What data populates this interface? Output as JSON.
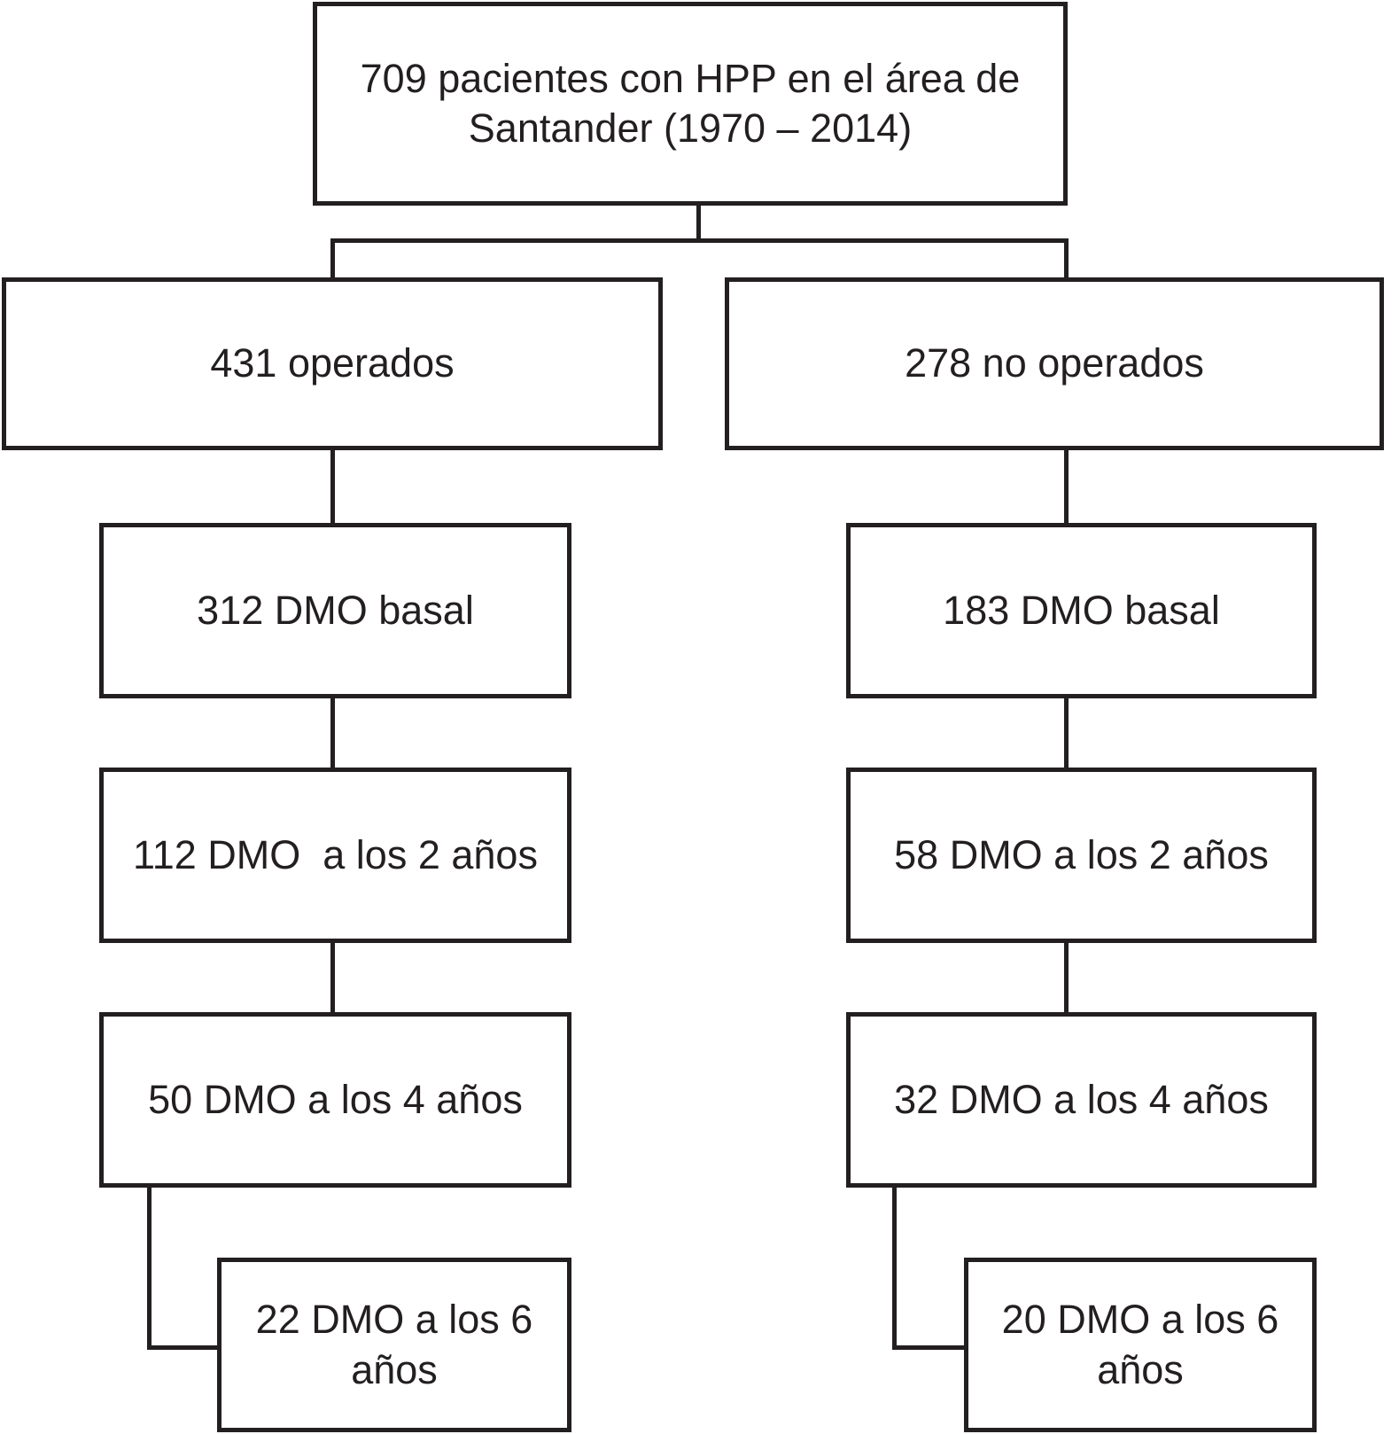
{
  "figure": {
    "background": "#ffffff",
    "line_color": "#231f20",
    "text_color": "#231f20"
  },
  "flowchart": {
    "root": {
      "line1": "709 pacientes con HPP en el área de",
      "line2": "Santander (1970 – 2014)"
    },
    "operated": {
      "group": "431 operados",
      "dmo_basal": "312 DMO basal",
      "dmo_2y": "112 DMO  a los 2 años",
      "dmo_4y": "50 DMO a los 4 años",
      "dmo_6y_line1": "22 DMO a los 6",
      "dmo_6y_line2": "años"
    },
    "not_operated": {
      "group": "278 no operados",
      "dmo_basal": "183 DMO basal",
      "dmo_2y": "58 DMO a los 2 años",
      "dmo_4y": "32 DMO a los 4 años",
      "dmo_6y_line1": "20 DMO a los 6",
      "dmo_6y_line2": "años"
    }
  }
}
